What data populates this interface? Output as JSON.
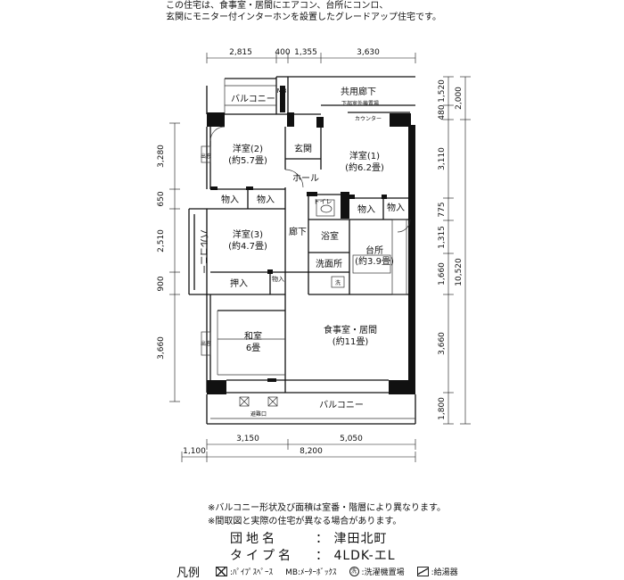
{
  "header": {
    "note_line1": "この住宅は、食事室・居間にエアコン、台所にコンロ、",
    "note_line2": "玄関にモニター付インターホンを設置したグレードアップ住宅です。"
  },
  "rooms": {
    "balcony_top": "バルコニー",
    "mb": "MB",
    "corridor": "共用廊下",
    "ac_outdoor": "下部室外機置場",
    "counter": "カウンター",
    "western2_name": "洋室(2)",
    "western2_size": "(約5.7畳)",
    "entrance": "玄関",
    "western1_name": "洋室(1)",
    "western1_size": "(約6.2畳)",
    "hall": "ホール",
    "storage_a": "物入",
    "storage_b": "物入",
    "storage_c": "物入",
    "storage_d": "物入",
    "toilet": "トイレ",
    "western3_name": "洋室(3)",
    "western3_size": "(約4.7畳)",
    "hallway": "廊下",
    "bath": "浴室",
    "kitchen_name": "台所",
    "kitchen_size": "(約3.9畳)",
    "balcony_side": "バルコニー",
    "washroom": "洗面所",
    "wash_mark": "洗",
    "closet": "押入",
    "storage_e": "物入",
    "japanese_name": "和室",
    "japanese_size": "6畳",
    "living_name": "食事室・居間",
    "living_size": "(約11畳)",
    "balcony_bottom": "バルコニー",
    "evac_hatch": "避難口",
    "window_mark": "出窓"
  },
  "dimensions": {
    "top": [
      "2,815",
      "400",
      "1,355",
      "3,630"
    ],
    "left": [
      "3,280",
      "650",
      "2,510",
      "900",
      "3,660"
    ],
    "right_inner": [
      "1,520",
      "480",
      "3,110",
      "775",
      "1,315",
      "1,660",
      "3,660",
      "1,800"
    ],
    "right_outer": [
      "2,000",
      "10,520"
    ],
    "bottom_inner": [
      "3,150",
      "5,050"
    ],
    "bottom_outer": [
      "1,100",
      "8,200"
    ]
  },
  "notes": {
    "line1": "※バルコニー形状及び面積は室番・階層により異なります。",
    "line2": "※間取図と実際の住宅が異なる場合があります。"
  },
  "info": {
    "estate_label": "団地名",
    "estate_value": "：  津田北町",
    "type_label": "タイプ名",
    "type_value": "：  4LDK-エL"
  },
  "legend": {
    "title": "凡例",
    "pipe": ":ﾊﾟｲﾌﾟｽﾍﾟｰｽ",
    "mb_label": "MB:ﾒｰﾀｰﾎﾞｯｸｽ",
    "washer": ":洗濯機置場",
    "heater": ":給湯器"
  }
}
